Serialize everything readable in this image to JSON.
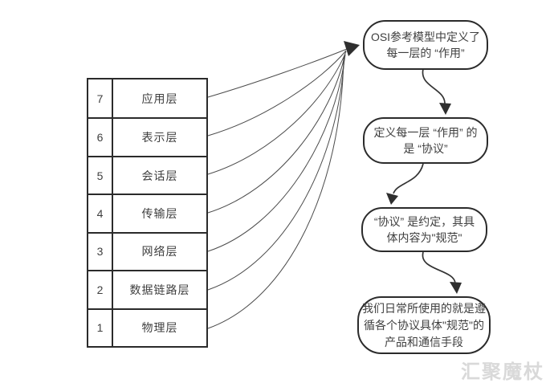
{
  "colors": {
    "background": "#ffffff",
    "line": "#3a3a3a",
    "border": "#2b2b2b",
    "text": "#3f3f3f",
    "watermark": "#d9d9d9"
  },
  "table": {
    "rows": [
      {
        "num": "7",
        "label": "应用层"
      },
      {
        "num": "6",
        "label": "表示层"
      },
      {
        "num": "5",
        "label": "会话层"
      },
      {
        "num": "4",
        "label": "传输层"
      },
      {
        "num": "3",
        "label": "网络层"
      },
      {
        "num": "2",
        "label": "数据链路层"
      },
      {
        "num": "1",
        "label": "物理层"
      }
    ]
  },
  "flow": {
    "boxes": [
      {
        "lines": [
          "OSI参考模型中定义了",
          "每一层的 “作用”"
        ]
      },
      {
        "lines": [
          "定义每一层 “作用” 的",
          "是 “协议”"
        ]
      },
      {
        "lines": [
          "“协议” 是约定，其具",
          "体内容为\"规范\""
        ]
      },
      {
        "lines": [
          "我们日常所使用的就是遵",
          "循各个协议具体\"规范\"的",
          "产品和通信手段"
        ]
      }
    ]
  },
  "watermark": {
    "text": "汇聚魔杖"
  }
}
